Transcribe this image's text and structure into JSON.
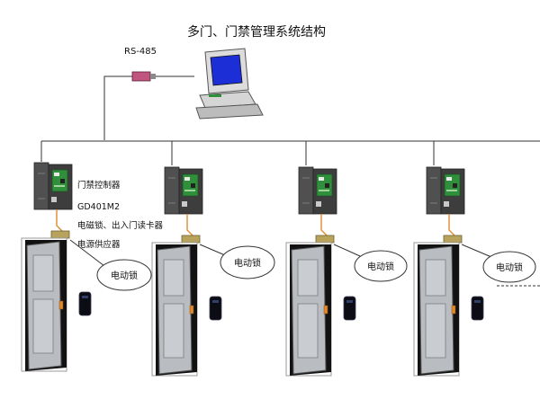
{
  "diagram": {
    "title": "多门、门禁管理系统结构",
    "bus_label": "RS-485",
    "controller_labels": {
      "line1": "门禁控制器",
      "line2": "GD401M2",
      "line3": "电磁锁、出入门读卡器",
      "line4": "电源供应器"
    },
    "lock_label": "电动锁",
    "door_units": [
      {
        "lock_label": "电动锁"
      },
      {
        "lock_label": "电动锁"
      },
      {
        "lock_label": "电动锁"
      },
      {
        "lock_label": "电动锁"
      }
    ],
    "colors": {
      "line": "#333333",
      "converter": "#c0557f",
      "door_frame": "#111111",
      "door_panel": "#b9bcc0",
      "controller_box": "#3d3d3d",
      "controller_board": "#2f8f3a",
      "lock_plate": "#b7a35c",
      "handle": "#e08a2c",
      "monitor_screen": "#1c2fd6",
      "computer_body": "#dcdcdc"
    }
  }
}
